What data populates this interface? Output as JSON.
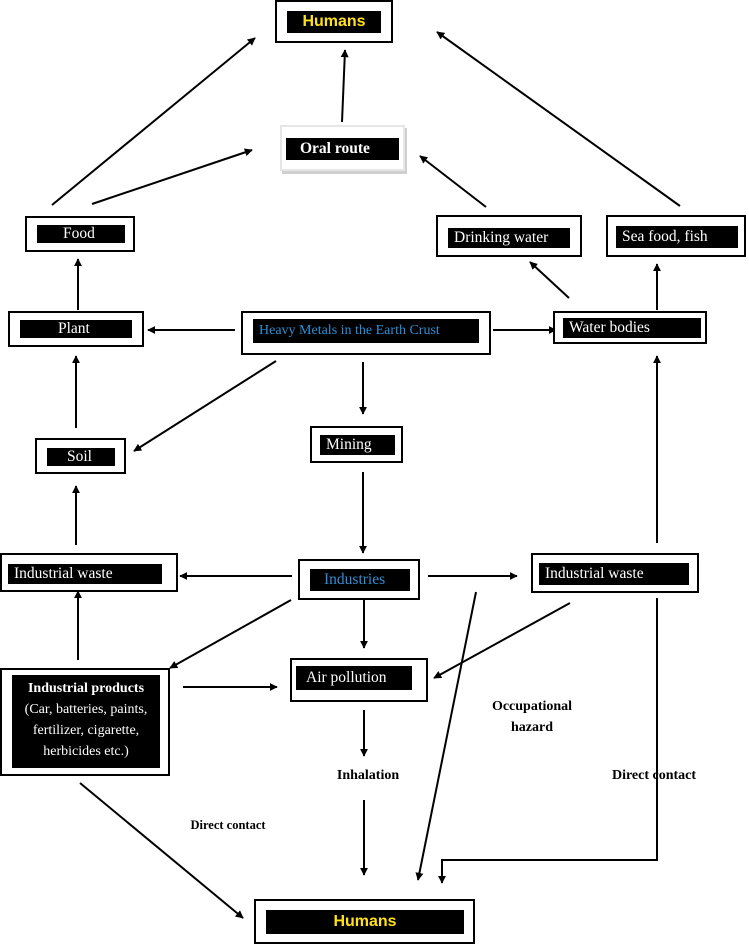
{
  "nodes": {
    "humans_top": "Humans",
    "oral_route": "Oral route",
    "food": "Food",
    "drinking_water": "Drinking water",
    "sea_food": "Sea food, fish",
    "plant": "Plant",
    "heavy_metals": "Heavy Metals in the Earth Crust",
    "water_bodies": "Water bodies",
    "soil": "Soil",
    "mining": "Mining",
    "industrial_waste_left": "Industrial waste",
    "industries": "Industries",
    "industrial_waste_right": "Industrial waste",
    "air_pollution": "Air pollution",
    "industrial_products": {
      "title": "Industrial products",
      "line1": "(Car, batteries, paints,",
      "line2": "fertilizer, cigarette,",
      "line3": "herbicides etc.)"
    },
    "humans_bottom": "Humans"
  },
  "labels": {
    "occupational_hazard_1": "Occupational",
    "occupational_hazard_2": "hazard",
    "inhalation": "Inhalation",
    "direct_contact_right": "Direct contact",
    "direct_contact_left": "Direct contact"
  },
  "colors": {
    "box_fill": "#000000",
    "text_light": "#ffffff",
    "accent_blue": "#2e8fd6",
    "accent_yellow": "#ffe11a"
  }
}
